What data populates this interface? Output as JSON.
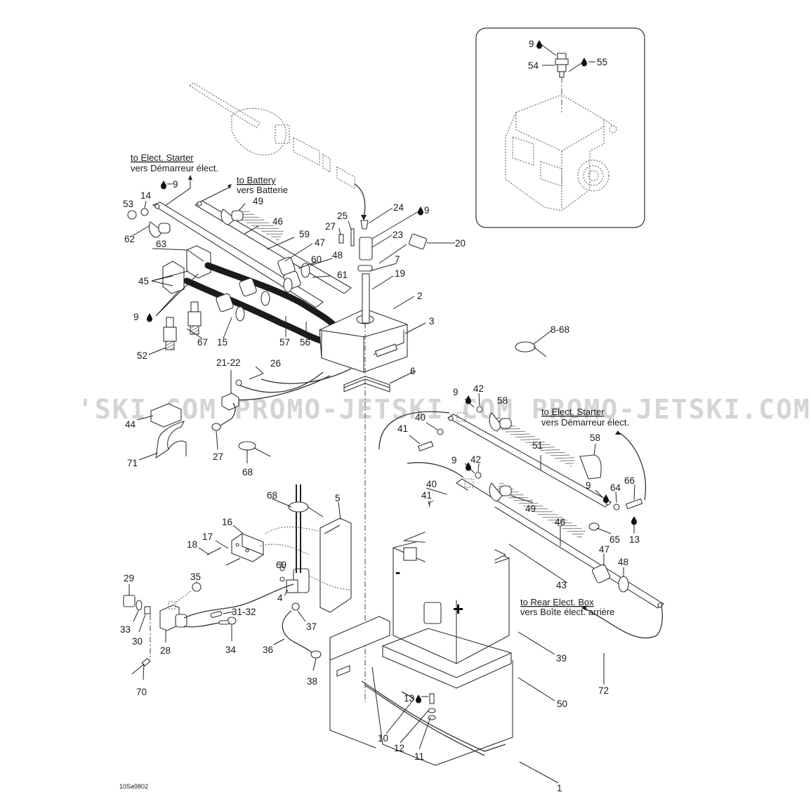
{
  "diagram": {
    "title_ref": "10Sa9802",
    "watermark": "'SKI.COM  PROMO-JETSKI.COM  PROMO-JETSKI.COM",
    "notes": {
      "starter_top_en": "to Elect. Starter",
      "starter_top_fr": "vers Démarreur élect.",
      "battery_en": "to Battery",
      "battery_fr": "vers Batterie",
      "starter_right_en": "to Elect. Starter",
      "starter_right_fr": "vers Démarreur élect.",
      "rear_box_en": "to Rear Elect. Box",
      "rear_box_fr": "vers Boîte élect. arrière"
    },
    "battery_polarity": {
      "negative": "-",
      "positive": "+"
    },
    "inset": {
      "callouts": {
        "c9": "9",
        "c54": "54",
        "c55": "55"
      }
    },
    "callouts": {
      "c1": "1",
      "c2": "2",
      "c3": "3",
      "c4": "4",
      "c5": "5",
      "c6": "6",
      "c7": "7",
      "c8_68": "8-68",
      "c9a": "9",
      "c9b": "9",
      "c9c": "9",
      "c9d": "9",
      "c9e": "9",
      "c9f": "9",
      "c10": "10",
      "c11": "11",
      "c12": "12",
      "c13a": "13",
      "c13b": "13",
      "c14": "14",
      "c15": "15",
      "c16": "16",
      "c17": "17",
      "c18": "18",
      "c19": "19",
      "c20": "20",
      "c21_22": "21-22",
      "c23": "23",
      "c24": "24",
      "c25": "25",
      "c26": "26",
      "c27a": "27",
      "c27b": "27",
      "c28": "28",
      "c29": "29",
      "c30": "30",
      "c31_32": "31-32",
      "c33": "33",
      "c34": "34",
      "c35": "35",
      "c36": "36",
      "c37": "37",
      "c38": "38",
      "c39": "39",
      "c40a": "40",
      "c40b": "40",
      "c41a": "41",
      "c41b": "41",
      "c42a": "42",
      "c42b": "42",
      "c43": "43",
      "c44": "44",
      "c45": "45",
      "c46a": "46",
      "c46b": "46",
      "c47a": "47",
      "c47b": "47",
      "c48a": "48",
      "c48b": "48",
      "c49a": "49",
      "c49b": "49",
      "c50": "50",
      "c51": "51",
      "c52": "52",
      "c53": "53",
      "c56": "56",
      "c57": "57",
      "c58a": "58",
      "c58b": "58",
      "c59": "59",
      "c60": "60",
      "c61": "61",
      "c62": "62",
      "c63": "63",
      "c64": "64",
      "c65": "65",
      "c66": "66",
      "c67": "67",
      "c68a": "68",
      "c68b": "68",
      "c69": "69",
      "c70": "70",
      "c71": "71",
      "c72": "72"
    },
    "icons": {
      "lubricant": "oil-drop-icon"
    },
    "colors": {
      "ink": "#1a1a1a",
      "watermark": "#d4d4d4",
      "cable": "#1b1b1b",
      "background": "#ffffff"
    }
  }
}
